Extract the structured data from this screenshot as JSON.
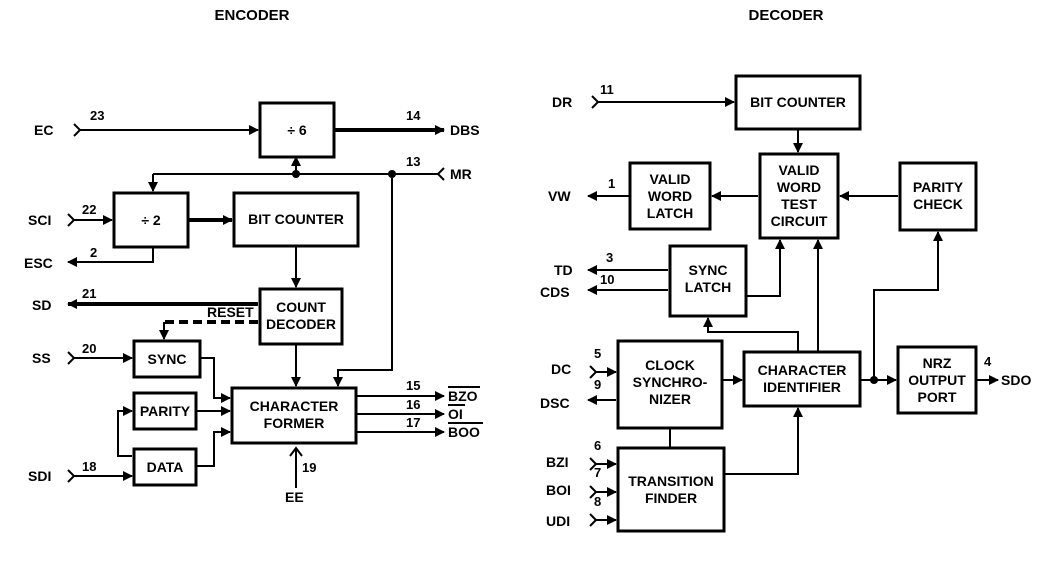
{
  "encoder": {
    "title": "ENCODER",
    "blocks": {
      "div6": "÷ 6",
      "div2": "÷ 2",
      "bit_counter": "BIT COUNTER",
      "count_decoder": [
        "COUNT",
        "DECODER"
      ],
      "sync": "SYNC",
      "parity": "PARITY",
      "data": "DATA",
      "character_former": [
        "CHARACTER",
        "FORMER"
      ]
    },
    "signals": {
      "ec": "EC",
      "sci": "SCI",
      "esc": "ESC",
      "sd": "SD",
      "ss": "SS",
      "sdi": "SDI",
      "dbs": "DBS",
      "mr": "MR",
      "bzo": "BZO",
      "oi": "OI",
      "boo": "BOO",
      "ee": "EE",
      "reset": "RESET"
    },
    "pins": {
      "ec": "23",
      "dbs": "14",
      "mr": "13",
      "sci": "22",
      "esc": "2",
      "sd": "21",
      "ss": "20",
      "sdi": "18",
      "bzo": "15",
      "oi": "16",
      "boo": "17",
      "ee": "19"
    }
  },
  "decoder": {
    "title": "DECODER",
    "blocks": {
      "bit_counter": "BIT COUNTER",
      "valid_word_latch": [
        "VALID",
        "WORD",
        "LATCH"
      ],
      "valid_word_test": [
        "VALID",
        "WORD",
        "TEST",
        "CIRCUIT"
      ],
      "parity_check": [
        "PARITY",
        "CHECK"
      ],
      "sync_latch": [
        "SYNC",
        "LATCH"
      ],
      "clock_sync": [
        "CLOCK",
        "SYNCHRO-",
        "NIZER"
      ],
      "char_identifier": [
        "CHARACTER",
        "IDENTIFIER"
      ],
      "nrz_port": [
        "NRZ",
        "OUTPUT",
        "PORT"
      ],
      "transition_finder": [
        "TRANSITION",
        "FINDER"
      ]
    },
    "signals": {
      "dr": "DR",
      "vw": "VW",
      "td": "TD",
      "cds": "CDS",
      "dc": "DC",
      "dsc": "DSC",
      "sdo": "SDO",
      "bzi": "BZI",
      "boi": "BOI",
      "udi": "UDI"
    },
    "pins": {
      "dr": "11",
      "vw": "1",
      "td": "3",
      "cds": "10",
      "dc": "5",
      "dsc": "9",
      "sdo": "4",
      "bzi": "6",
      "boi": "7",
      "udi": "8"
    }
  }
}
